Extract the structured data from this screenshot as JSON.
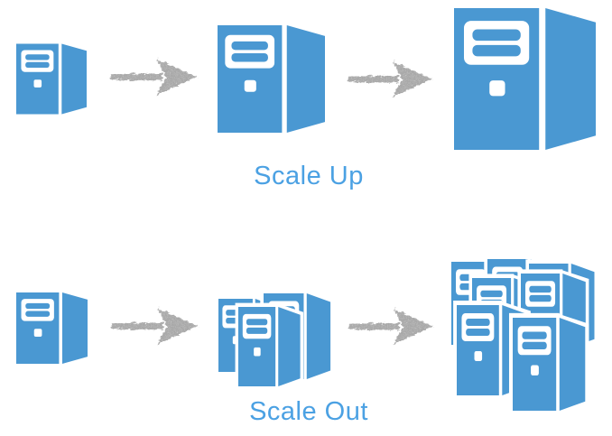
{
  "colors": {
    "server_blue": "#4A98D2",
    "label_blue": "#4BA1E3",
    "arrow_gray": "#A9A9A9",
    "background": "#FFFFFF"
  },
  "rows": [
    {
      "name": "scale-up",
      "label": "Scale Up",
      "sequence": [
        {
          "icon": "server-icon",
          "server_count": 1,
          "size": "small"
        },
        {
          "icon": "sketch-arrow-right-icon",
          "direction": "right"
        },
        {
          "icon": "server-icon",
          "server_count": 1,
          "size": "medium"
        },
        {
          "icon": "sketch-arrow-right-icon",
          "direction": "right"
        },
        {
          "icon": "server-icon",
          "server_count": 1,
          "size": "large"
        }
      ]
    },
    {
      "name": "scale-out",
      "label": "Scale Out",
      "sequence": [
        {
          "icon": "server-icon",
          "server_count": 1,
          "size": "small"
        },
        {
          "icon": "sketch-arrow-right-icon",
          "direction": "right"
        },
        {
          "icon": "server-cluster-icon",
          "server_count": 3,
          "size": "small"
        },
        {
          "icon": "sketch-arrow-right-icon",
          "direction": "right"
        },
        {
          "icon": "server-cluster-icon",
          "server_count": 7,
          "size": "small"
        }
      ]
    }
  ]
}
